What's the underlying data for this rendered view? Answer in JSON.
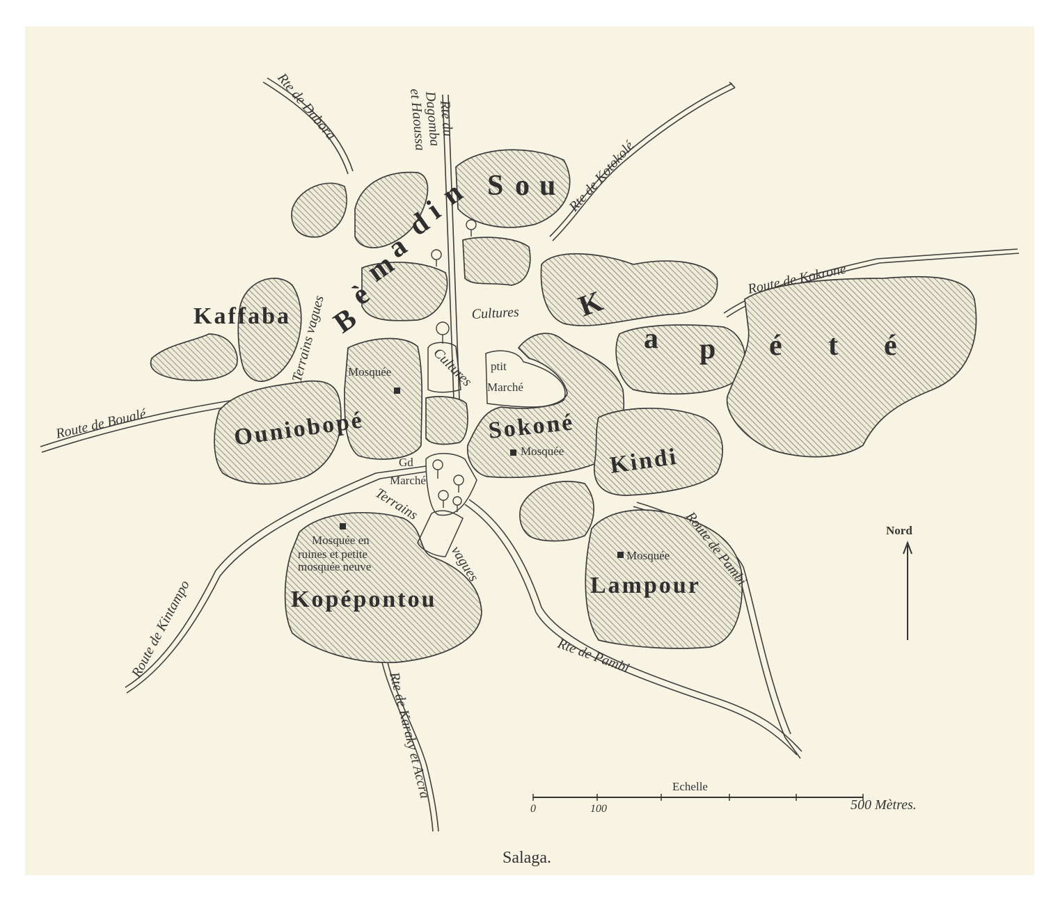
{
  "map": {
    "caption": "Salaga.",
    "north": "Nord",
    "scale": {
      "title": "Echelle",
      "tick0": "0",
      "tick100": "100",
      "tick500": "500 Mètres."
    },
    "quarters": {
      "kaffaba": "Kaffaba",
      "bemadinsou": [
        "B",
        "è",
        "m",
        "a",
        "d",
        "i",
        "n",
        "S",
        "o",
        "u"
      ],
      "kapete": [
        "K",
        "a",
        "p",
        "é",
        "t",
        "é"
      ],
      "ouniobope": "Ouniobopé",
      "sokone": "Sokoné",
      "kindi": "Kindi",
      "lampour": "Lampour",
      "kopepontou": "Kopépontou"
    },
    "places": {
      "mosquee_ouniobope": "Mosquée",
      "mosquee_sokone": "Mosquée",
      "mosquee_lampour": "Mosquée",
      "ptit_marche_1": "ptit",
      "ptit_marche_2": "Marché",
      "gd_marche_1": "Gd",
      "gd_marche_2": "Marché",
      "cultures_1": "Cultures",
      "cultures_2": "Cultures",
      "terrains_vagues_1": "Terrains vagues",
      "terrains_vagues_2": "Terrains",
      "terrains_vagues_3": "vagues",
      "mosquee_ruines_1": "Mosquée en",
      "mosquee_ruines_2": "ruines et petite",
      "mosquee_ruines_3": "mosquée neuve"
    },
    "roads": {
      "dabora": "Rte de Dabora",
      "dagomba_1": "Rte du",
      "dagomba_2": "Dagomba",
      "dagomba_3": "et Haoussa",
      "kotokole": "Rte de Kotokolé",
      "kokrone": "Route de Kokrone",
      "boule": "Route de Boualé",
      "kintampo": "Route de Kintampo",
      "karaky": "Rte de Karaky et Accra",
      "pambi_1": "Rte de Pambi",
      "pambi_2": "Route de Pambi"
    }
  }
}
